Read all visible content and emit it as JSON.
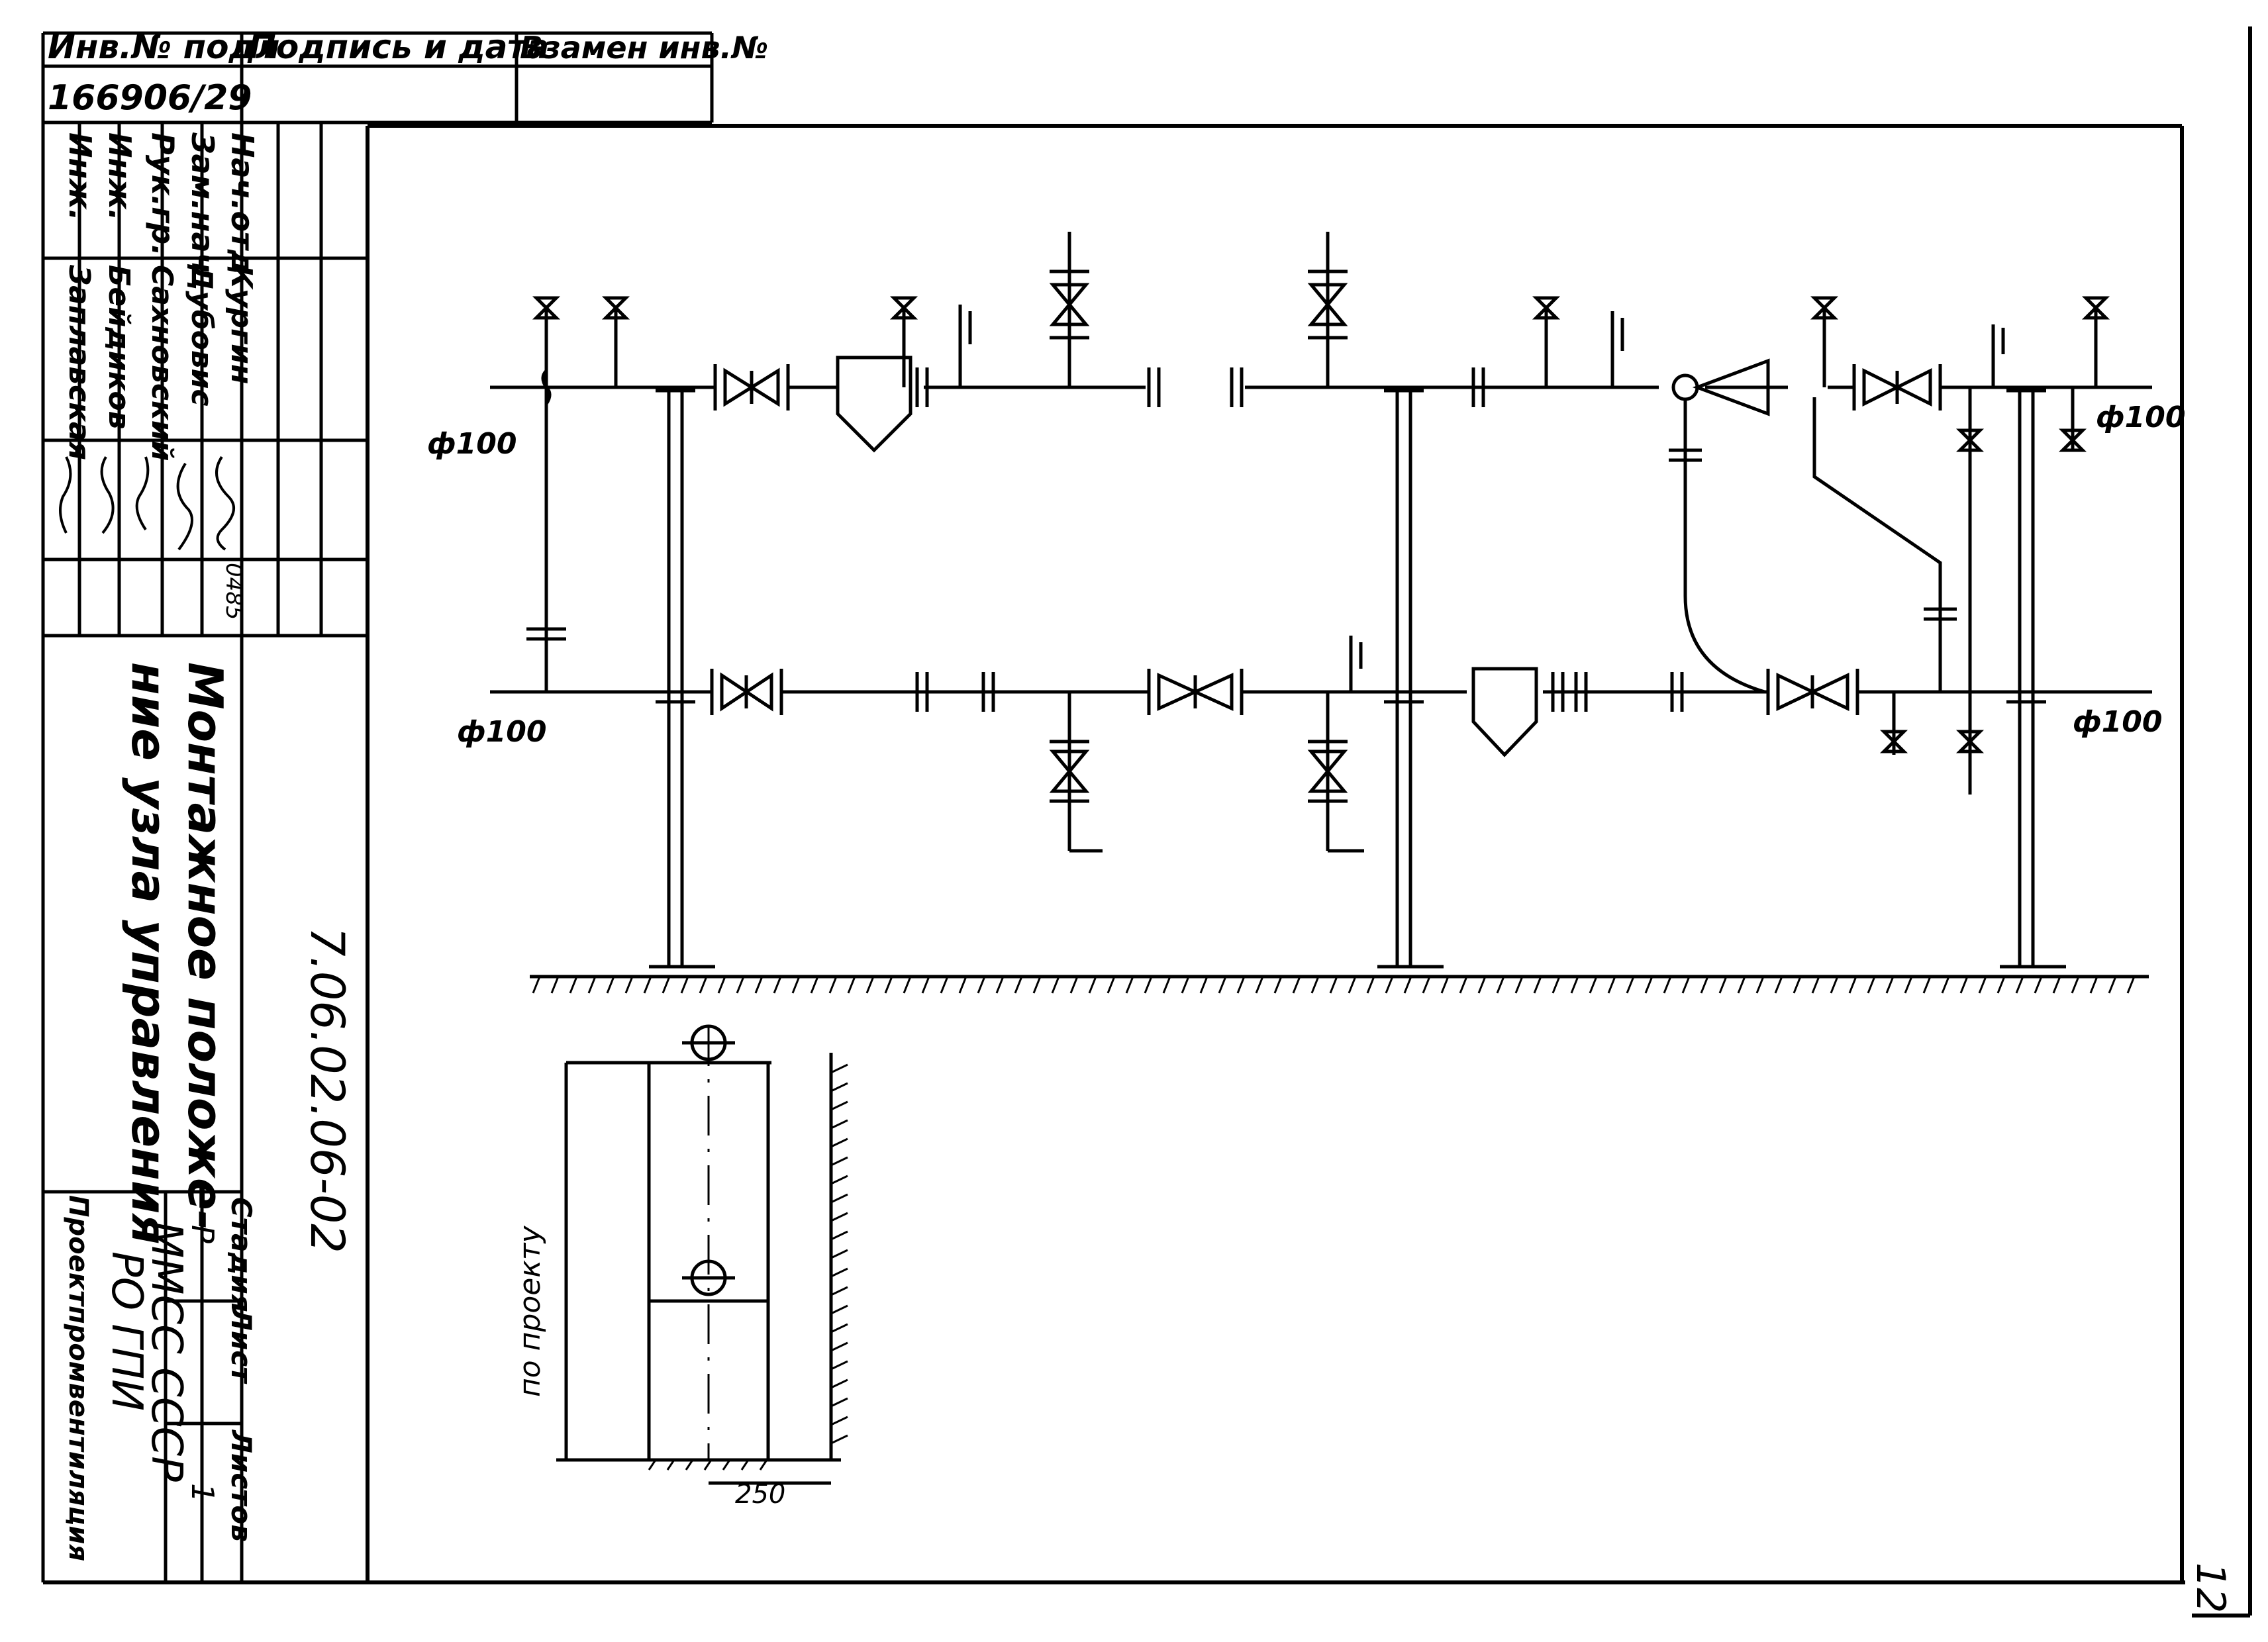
{
  "header_columns": {
    "col1": "Инв.№ подл",
    "col2": "Подпись и дата",
    "col3": "Взамен инв.№",
    "inv_value": "166906/29"
  },
  "signatures": [
    {
      "role": "Нач.отд",
      "name": "Кургин",
      "date": "0485"
    },
    {
      "role": "Зам.нач",
      "name": "Дубовис",
      "date": ""
    },
    {
      "role": "Рук.гр.",
      "name": "Сахновский",
      "date": ""
    },
    {
      "role": "Инж.",
      "name": "Бейдиков",
      "date": ""
    },
    {
      "role": "Инж.",
      "name": "Заплавская",
      "date": ""
    }
  ],
  "title_block": {
    "drawing_code": "7.06.02.06-02",
    "title_line1": "Монтажное положе-",
    "title_line2": "ние узла управления",
    "stage_header": "Стадия",
    "sheet_header": "Лист",
    "sheets_header": "Листов",
    "stage_value": "Р",
    "sheets_value": "1",
    "org_line1": "ММСС СССР",
    "org_line2": "РО ГПИ",
    "org_line3": "Проектпромвентиляция"
  },
  "diagram": {
    "pipe_top_left": "ф100",
    "pipe_bottom_left": "ф100",
    "pipe_top_right": "ф100",
    "pipe_bottom_right": "ф100",
    "dim_note": "по проекту",
    "dim_width": "250"
  },
  "page_number": "12"
}
